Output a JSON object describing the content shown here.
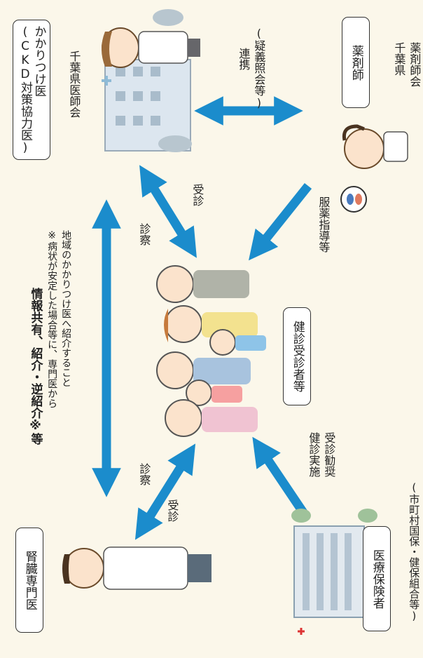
{
  "actors": {
    "kakaritsuke": {
      "title": "かかりつけ医",
      "subtitle": "(CKD対策協力医)"
    },
    "pharmacist": {
      "title": "薬剤師"
    },
    "kidney_specialist": {
      "title": "腎臓専門医"
    },
    "insurer": {
      "title": "医療保険者"
    },
    "checkup_patients": {
      "title": "健診受診者等"
    }
  },
  "organizations": {
    "chiba_medical": "千葉県医師会",
    "chiba_pharma_line1": "千葉県",
    "chiba_pharma_line2": "薬剤師会",
    "insurer_detail": "(市町村国保・健保組合等)"
  },
  "links": {
    "liaison": "連携",
    "liaison_detail": "(疑義照会等)",
    "medication_guidance": "服薬指導等",
    "checkup_implementation": "健診実施",
    "consultation_recommendation": "受診勧奨",
    "exam_top": "診察",
    "visit_top": "受診",
    "exam_bottom": "診察",
    "visit_bottom": "受診",
    "info_sharing": "情報共有、紹介・逆紹介※等",
    "note_line1": "※病状が安定した場合等に、専門医から",
    "note_line2": "地域のかかりつけ医へ紹介すること"
  },
  "colors": {
    "arrow": "#1b8ccc",
    "outline": "#333333",
    "background": "#fbf7ea"
  }
}
